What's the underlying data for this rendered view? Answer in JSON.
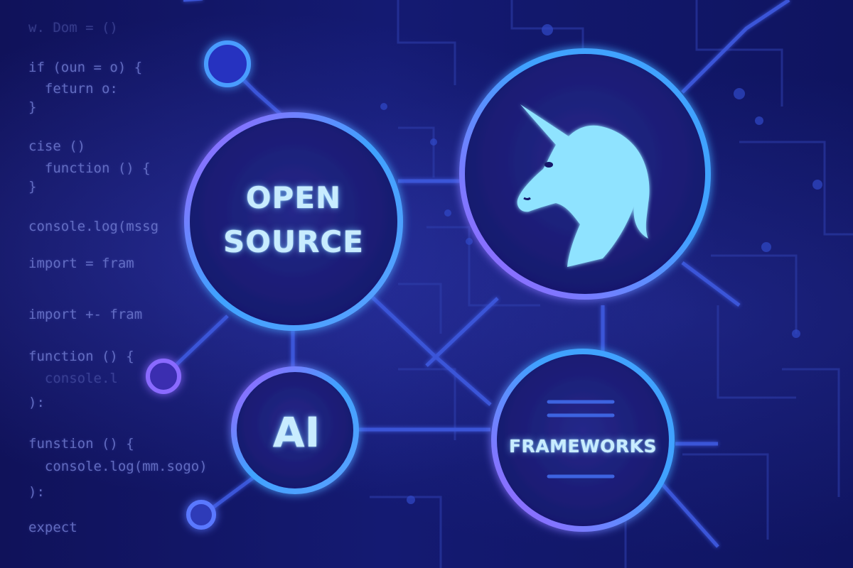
{
  "code_lines": [
    "w. Dom = ()",
    "if (oun = o) {",
    "  feturn o:",
    "}",
    "cise ()",
    "  function () {",
    "}",
    "console.log(mssg",
    "import = fram",
    "import +- fram",
    "function () {",
    "  console.l",
    "):",
    "funstion () {",
    "  console.log(mm.sogo)",
    "):",
    "expect"
  ],
  "nodes": {
    "open_source": {
      "line1": "OPEN",
      "line2": "SOURCE"
    },
    "unicorn": {
      "icon": "unicorn-head-icon"
    },
    "ai": {
      "label": "AI"
    },
    "frameworks": {
      "label": "FRAMEWORKS",
      "icon": "menu-lines-icon"
    }
  },
  "colors": {
    "background": "#10125a",
    "circuit_line": "#3b55d8",
    "node_ring_blue": "#3fa2ff",
    "node_ring_violet": "#a060ff",
    "node_fill": "#1a1c6e",
    "label_glow": "#c8ecff",
    "unicorn": "#8fe3ff"
  }
}
